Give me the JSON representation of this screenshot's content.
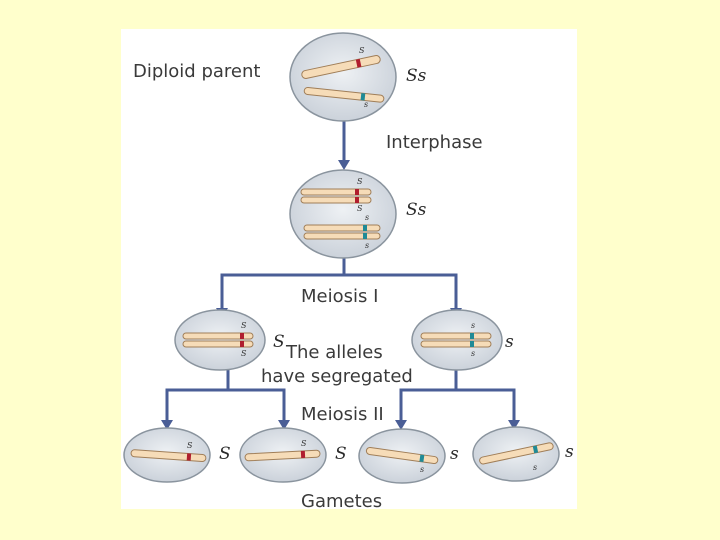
{
  "labels": {
    "diploid_parent": "Diploid parent",
    "interphase": "Interphase",
    "meiosis_1": "Meiosis I",
    "segregation_note_line1": "The alleles",
    "segregation_note_line2": "have segregated",
    "meiosis_2": "Meiosis II",
    "gametes": "Gametes"
  },
  "alleles": {
    "parent_genotype": "Ss",
    "replicated_genotype": "Ss",
    "meiosis1_left": "S",
    "meiosis1_right": "s",
    "gamete_1": "S",
    "gamete_2": "S",
    "gamete_3": "s",
    "gamete_4": "s",
    "dominant_mark": "S",
    "recessive_mark": "s"
  },
  "colors": {
    "background": "#ffffcc",
    "panel": "#ffffff",
    "arrow": "#4a5e96",
    "dominant_band": "#b01e2e",
    "recessive_band": "#1f8a96"
  }
}
